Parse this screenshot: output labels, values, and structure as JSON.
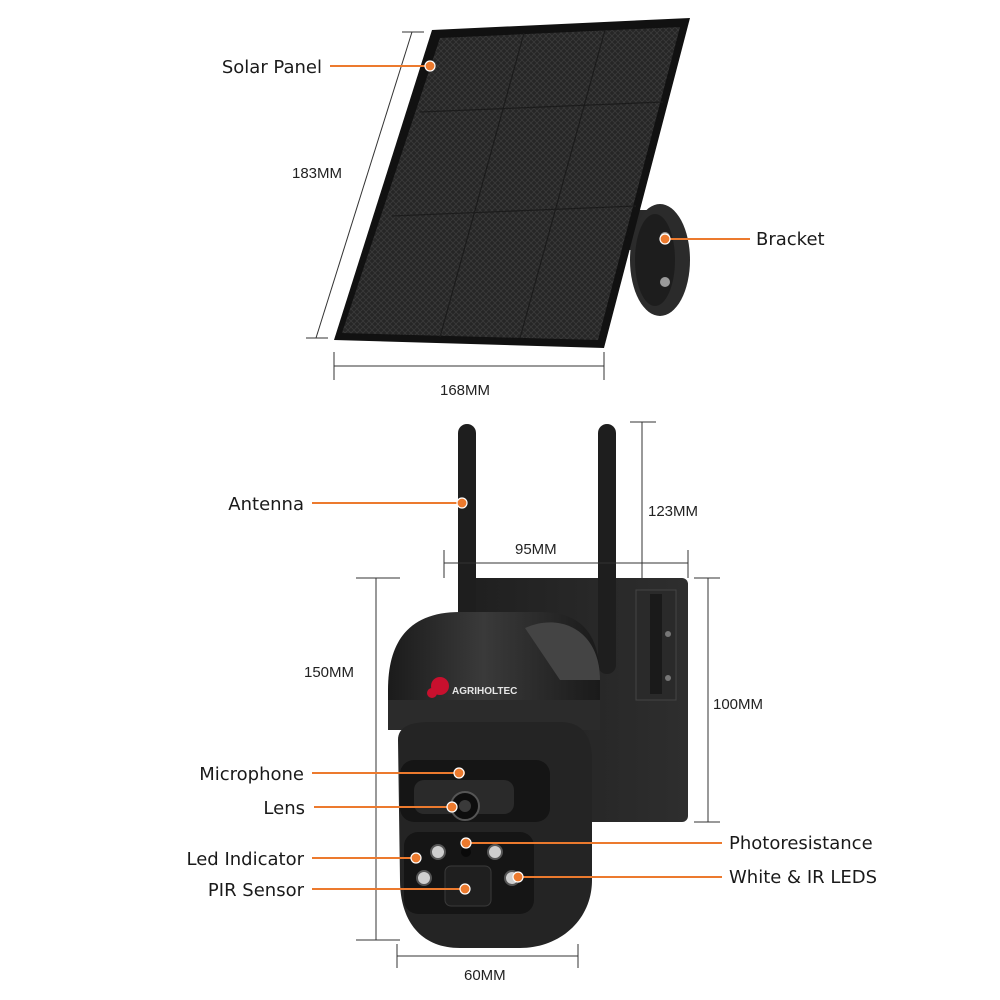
{
  "colors": {
    "accent": "#ec7a2e",
    "body": "#232323",
    "panel": "#2a2a2a",
    "logo": "#c8102e"
  },
  "brand": {
    "logo_text": "AGRIHOLTEC"
  },
  "labels": {
    "solar_panel": "Solar Panel",
    "bracket": "Bracket",
    "antenna": "Antenna",
    "microphone": "Microphone",
    "lens": "Lens",
    "led_indicator": "Led Indicator",
    "pir_sensor": "PIR Sensor",
    "photoresistance": "Photoresistance",
    "white_ir_leds": "White & IR LEDS"
  },
  "dimensions": {
    "panel_height": "183MM",
    "panel_width": "168MM",
    "antenna_height": "123MM",
    "antenna_spacing": "95MM",
    "camera_height": "150MM",
    "mount_height": "100MM",
    "camera_width": "60MM"
  }
}
